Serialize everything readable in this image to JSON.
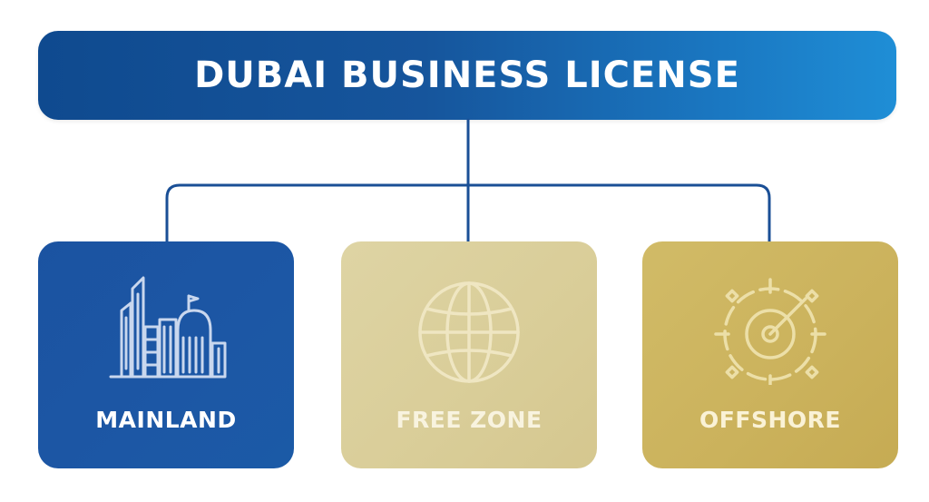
{
  "header": {
    "title": "DUBAI BUSINESS LICENSE"
  },
  "options": [
    {
      "label": "MAINLAND",
      "icon": "city-buildings-icon",
      "color": "#1b55a3"
    },
    {
      "label": "FREE ZONE",
      "icon": "globe-icon",
      "color": "#dbd09c"
    },
    {
      "label": "OFFSHORE",
      "icon": "target-compass-icon",
      "color": "#cbb25c"
    }
  ],
  "colors": {
    "header_start": "#0f4a8f",
    "header_end": "#1f8ed6",
    "connector": "#1a4f96"
  }
}
